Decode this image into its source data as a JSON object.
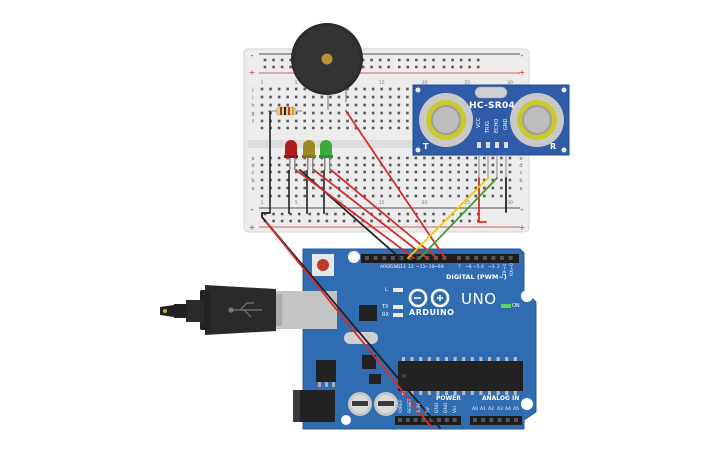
{
  "sensor": {
    "name": "HC-SR04",
    "corner_left": "T",
    "corner_right": "R",
    "pins": [
      "VCC",
      "TRIG",
      "ECHO",
      "GND"
    ]
  },
  "arduino": {
    "brand": "ARDUINO",
    "model": "UNO",
    "digital_label": "DIGITAL (PWM~)",
    "power_label": "POWER",
    "analog_label": "ANALOG IN",
    "on_label": "ON",
    "led_labels": [
      "L",
      "TX",
      "RX"
    ],
    "digital_pins": [
      "AREF",
      "GND",
      "13",
      "12",
      "~11",
      "~10",
      "~9",
      "8",
      "7",
      "~6",
      "~5",
      "4",
      "~3",
      "2",
      "TX→1",
      "RX←0"
    ],
    "power_pins": [
      "IOREF",
      "RESET",
      "3.3V",
      "5V",
      "GND",
      "GND",
      "Vin"
    ],
    "analog_pins": [
      "A0",
      "A1",
      "A2",
      "A3",
      "A4",
      "A5"
    ]
  },
  "breadboard": {
    "rail_minus": "-",
    "rail_plus": "+",
    "row_letters_top": [
      "j",
      "i",
      "h",
      "g",
      "f"
    ],
    "row_letters_bottom": [
      "e",
      "d",
      "c",
      "b",
      "a"
    ],
    "column_numbers": [
      "1",
      "5",
      "10",
      "15",
      "20",
      "25",
      "30"
    ]
  },
  "components": {
    "leds": [
      "red",
      "yellow",
      "green"
    ],
    "resistor": "resistor",
    "buzzer": "piezo buzzer"
  },
  "colors": {
    "breadboard": "#ececec",
    "board": "#2f6cb2",
    "sensor_board": "#2f5ba8",
    "wire_red": "#d32f2f",
    "wire_black": "#222222",
    "wire_green": "#3f9e2f",
    "wire_yellow": "#e8cc18",
    "led_red": "#b31b1b",
    "led_yellow": "#9b8a1e",
    "led_green": "#3aaa3a"
  }
}
